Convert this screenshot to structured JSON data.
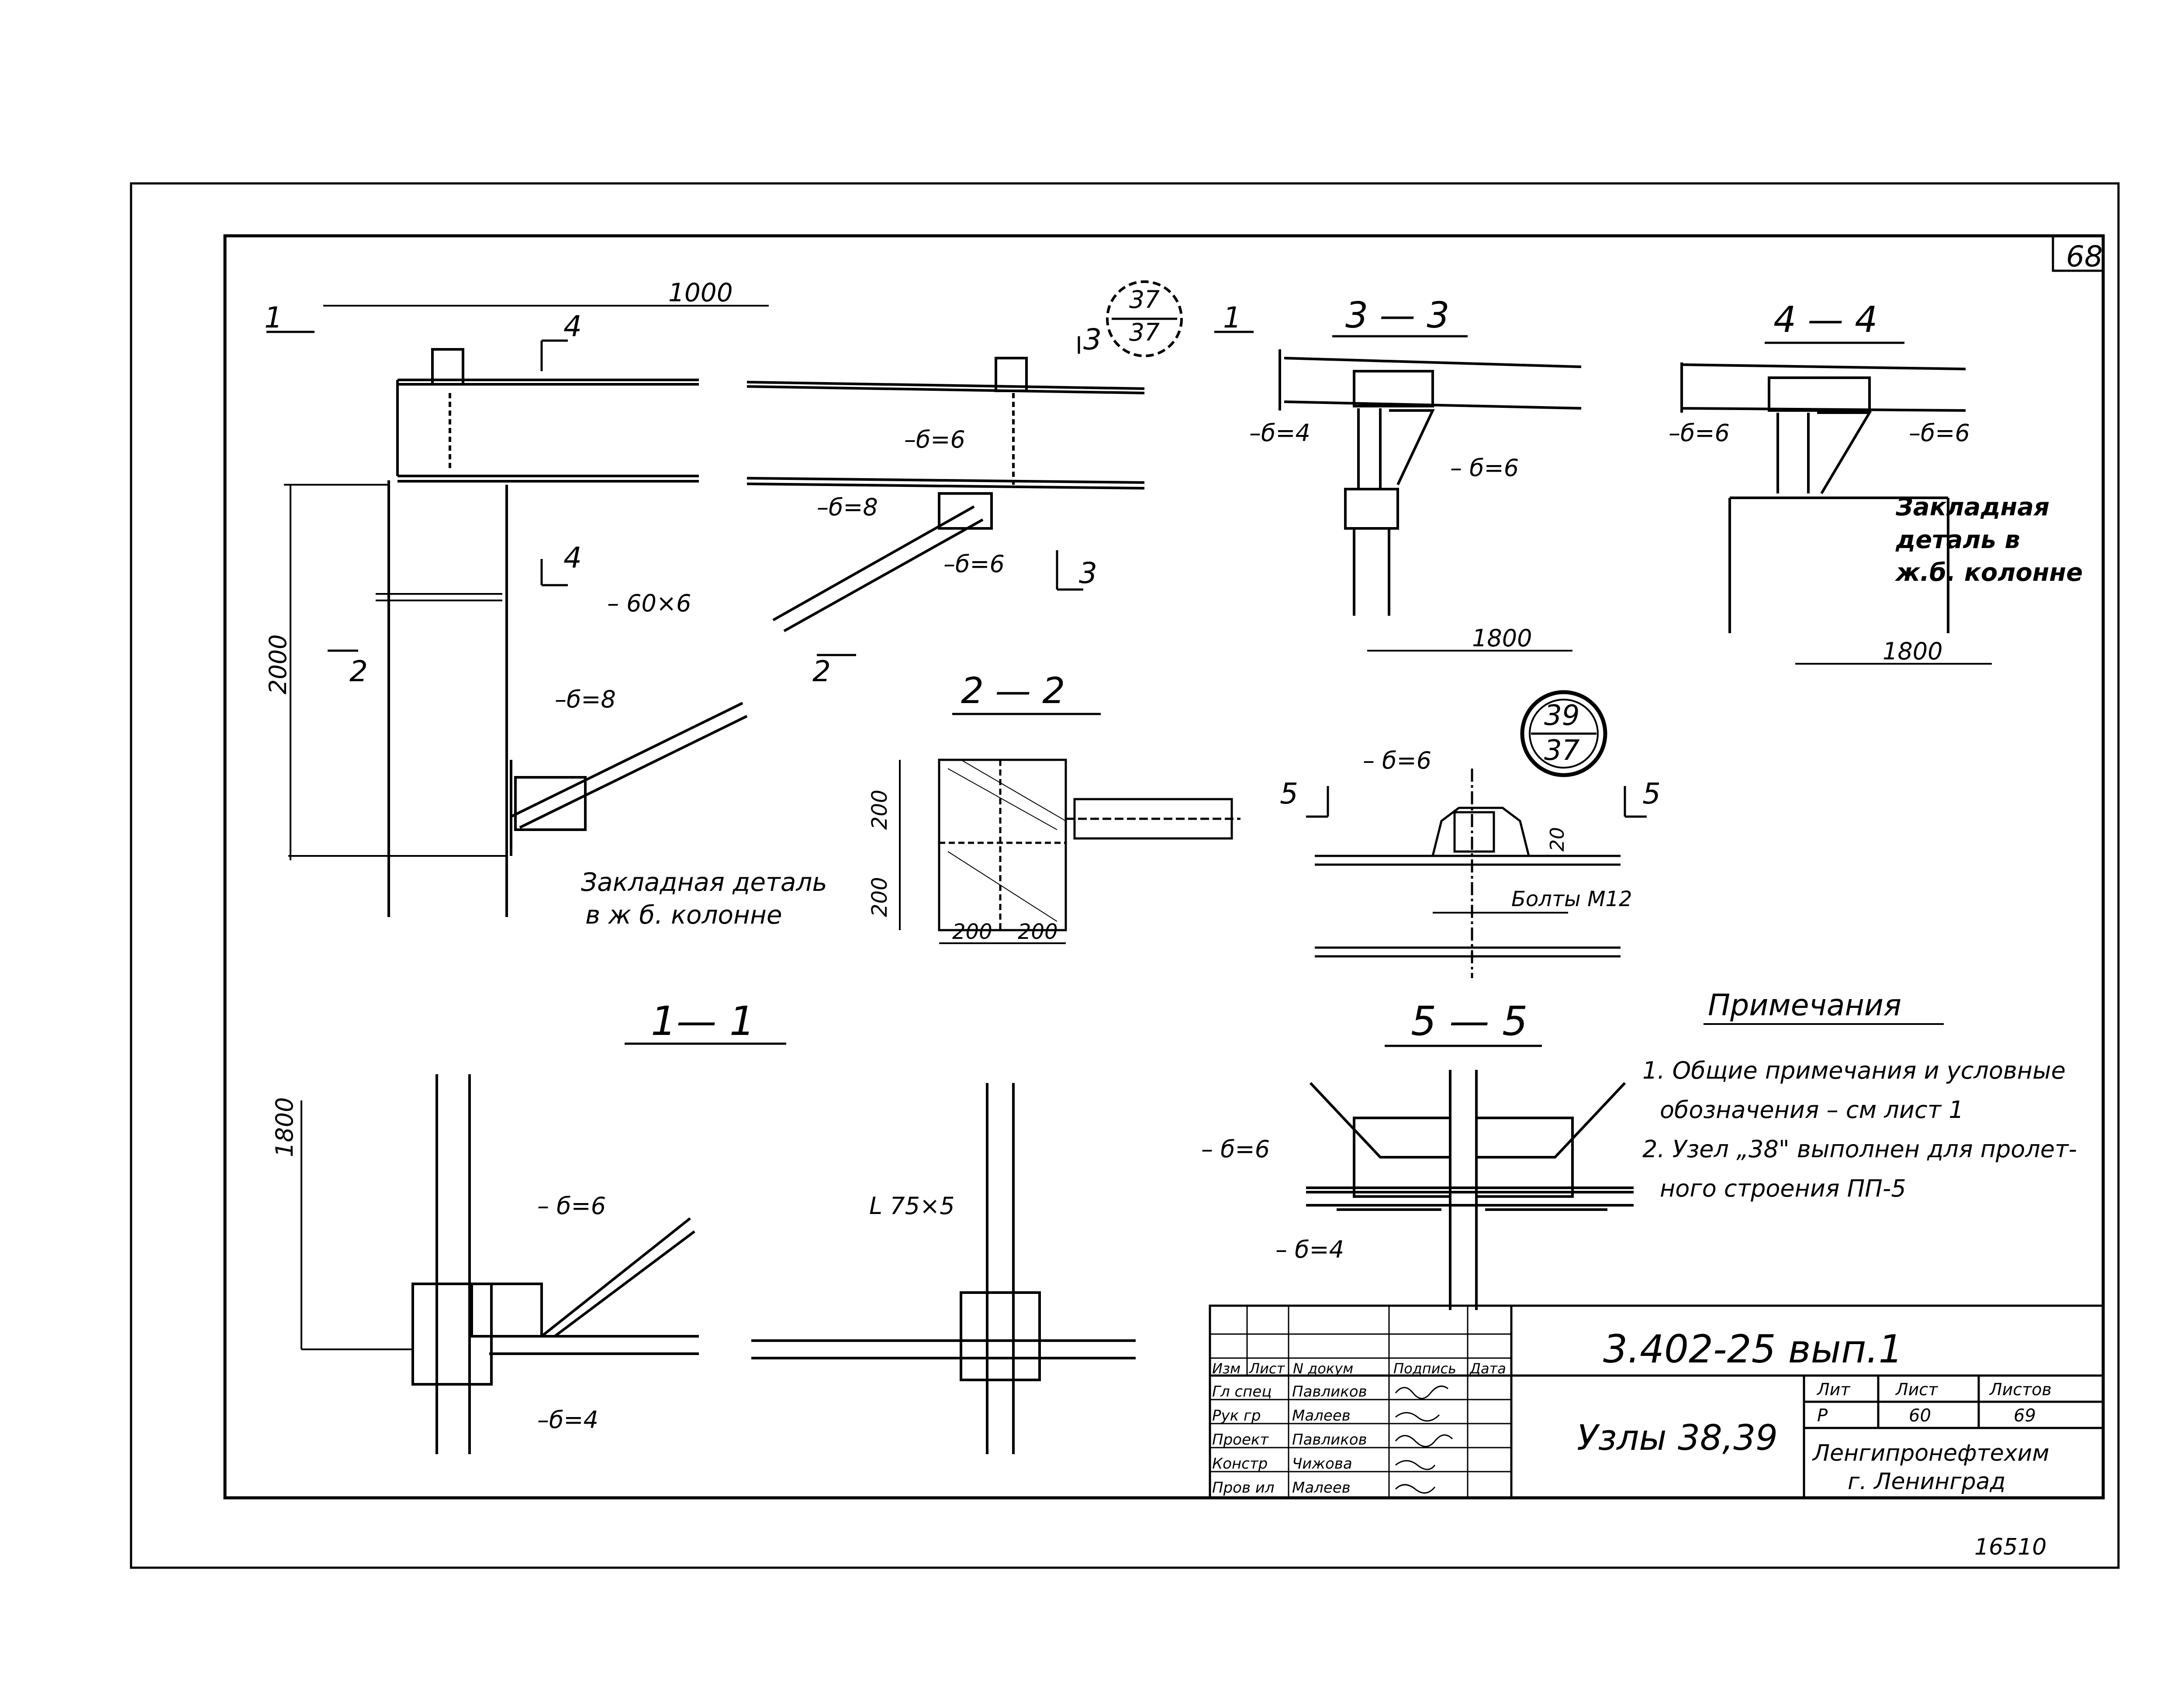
{
  "sheet": {
    "sheet_number": "68",
    "archive_number": "16510",
    "top_dimension": "1000",
    "mark_top": {
      "num": "37",
      "den": "37"
    }
  },
  "node_view": {
    "section_marks": [
      "1",
      "1",
      "4",
      "4",
      "3",
      "3",
      "2",
      "2"
    ],
    "labels": {
      "plate_6_top": "–б=6",
      "plate_8_top": "–б=8",
      "plate_6_bottom": "–б=6",
      "strip": "– 60×6",
      "plate_8_left": "–б=8",
      "embed_1": "Закладная деталь",
      "embed_2": "в ж б. колонне"
    },
    "dimension": "2000"
  },
  "section_3_3": {
    "title": "3 — 3",
    "labels": {
      "plate_4": "–б=4",
      "plate_6": "– б=6"
    },
    "dimension": "1800"
  },
  "section_4_4": {
    "title": "4 — 4",
    "labels": {
      "plate_left": "–б=6",
      "plate_right": "–б=6",
      "embed_1": "Закладная",
      "embed_2": "деталь в",
      "embed_3": "ж.б. колонне"
    },
    "dimension": "1800"
  },
  "section_2_2": {
    "title": "2 — 2",
    "dims": [
      "200",
      "200",
      "200",
      "200"
    ]
  },
  "node_39": {
    "mark": {
      "num": "39",
      "den": "37"
    },
    "labels": {
      "plate": "– б=6",
      "size": "20",
      "bolts": "Болты М12"
    },
    "section_marks": [
      "5",
      "5"
    ]
  },
  "section_1_1": {
    "title": "1— 1",
    "dimension": "1800",
    "labels": {
      "plate_6": "– б=6",
      "plate_4": "–б=4",
      "angle": "L 75×5"
    }
  },
  "section_5_5": {
    "title": "5 — 5",
    "labels": {
      "plate_6": "– б=6",
      "plate_4": "– б=4"
    }
  },
  "notes": {
    "title": "Примечания",
    "lines": [
      "1. Общие примечания и условные",
      "обозначения – см лист 1",
      "2. Узел „38\" выполнен для пролет-",
      "ного строения  ПП-5"
    ]
  },
  "title_block": {
    "code": "3.402-25 вып.1",
    "title": "Узлы 38,39",
    "org_1": "Ленгипронефтехим",
    "org_2": "г. Ленинград",
    "stage_header": "Лит",
    "sheet_header": "Лист",
    "sheets_header": "Листов",
    "stage": "Р",
    "sheet": "60",
    "sheets": "69",
    "columns": [
      "Изм",
      "Лист",
      "N докум",
      "Подпись",
      "Дата"
    ],
    "rows": [
      {
        "role": "Гл спец",
        "name": "Павликов"
      },
      {
        "role": "Рук гр",
        "name": "Малеев"
      },
      {
        "role": "Проект",
        "name": "Павликов"
      },
      {
        "role": "Констр",
        "name": "Чижова"
      },
      {
        "role": "Пров ил",
        "name": "Малеев"
      }
    ]
  }
}
